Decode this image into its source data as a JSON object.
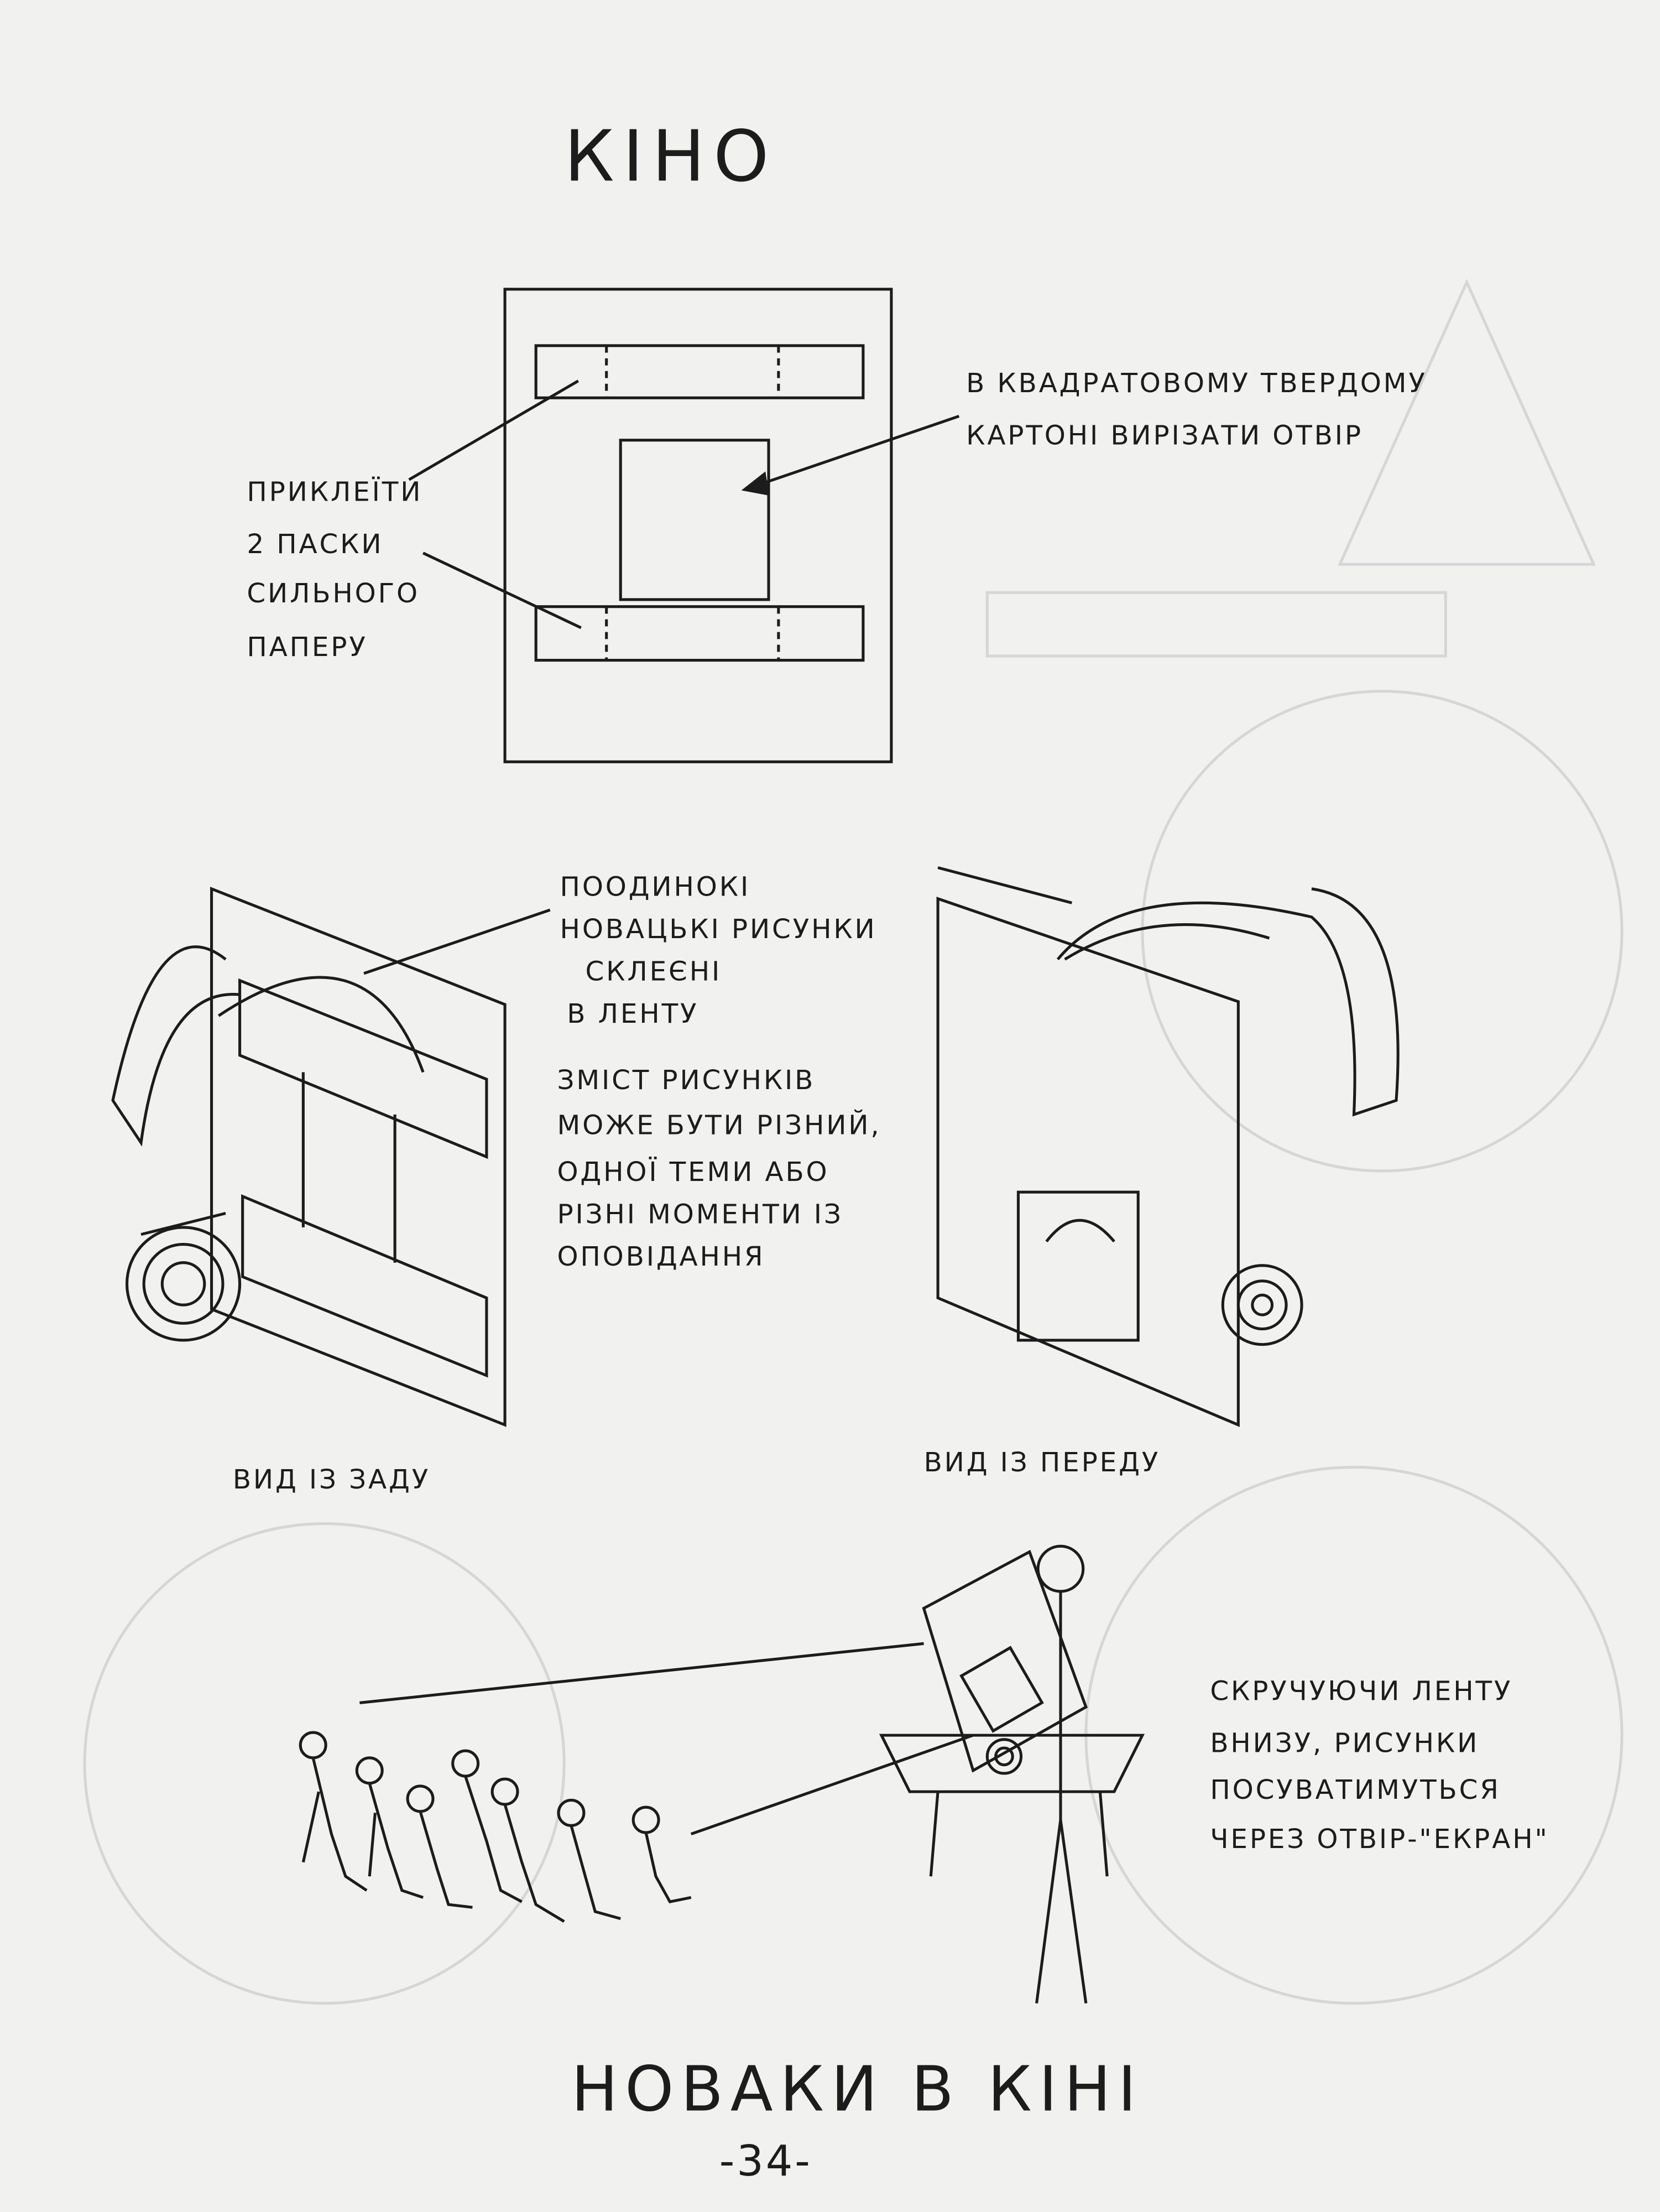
{
  "page": {
    "title": "КІНО",
    "card_note": [
      "В КВАДРАТОВОМУ ТВЕРДОМУ",
      "КАРТОНІ ВИРІЗАТИ ОТВІР"
    ],
    "strips_note": [
      "ПРИКЛЕЇТИ",
      "2 ПАСКИ",
      "СИЛЬНОГО",
      "ПАПЕРУ"
    ],
    "tape_note": [
      "ПООДИНОКІ",
      "НОВАЦЬКІ РИСУНКИ",
      "СКЛЕЄНІ",
      "В ЛЕНТУ"
    ],
    "content_note": [
      "ЗМІСТ РИСУНКІВ",
      "МОЖЕ БУТИ РІЗНИЙ,",
      "ОДНОЇ ТЕМИ АБО",
      "РІЗНІ МОМЕНТИ ІЗ",
      "ОПОВІДАННЯ"
    ],
    "back_view_label": "ВИД ІЗ ЗАДУ",
    "front_view_label": "ВИД ІЗ ПЕРЕДУ",
    "scroll_note": [
      "СКРУЧУЮЧИ ЛЕНТУ",
      "ВНИЗУ, РИСУНКИ",
      "ПОСУВАТИМУТЬСЯ",
      "ЧЕРЕЗ ОТВІР-\"ЕКРАН\""
    ],
    "caption": "НОВАКИ В КІНІ",
    "page_number": "-34-"
  }
}
